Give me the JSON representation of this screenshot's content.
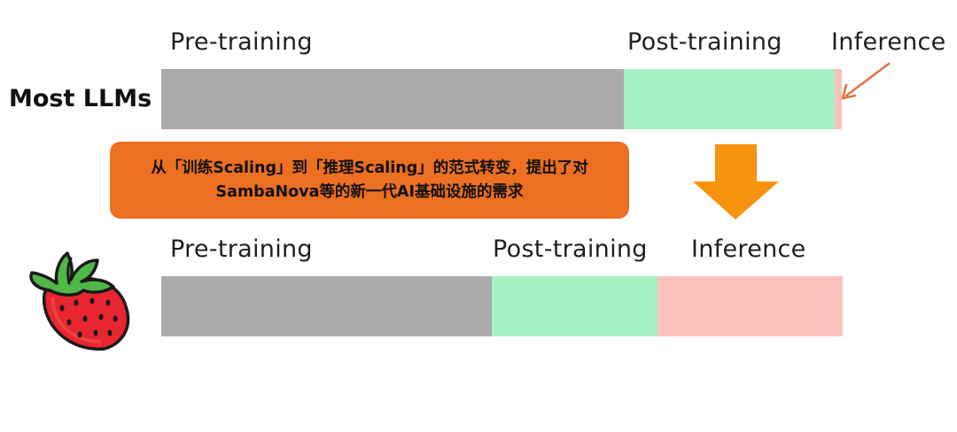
{
  "colors": {
    "pretraining": "#ababab",
    "posttraining": "#a7f0c4",
    "inference": "#fbc2bd",
    "callout_bg": "#ec6f22",
    "down_arrow": "#f7930f",
    "pointer_arrow": "#e07340"
  },
  "top_row": {
    "title": "Most LLMs",
    "labels": {
      "pretraining": "Pre-training",
      "posttraining": "Post-training",
      "inference": "Inference"
    },
    "shares": {
      "pretraining": 0.68,
      "posttraining": 0.31,
      "inference": 0.01
    }
  },
  "callout": {
    "line1": "从「训练Scaling」到「推理Scaling」的范式转变，提出了对",
    "line2": "SambaNova等的新一代AI基础设施的需求"
  },
  "bottom_row": {
    "icon": "strawberry-icon",
    "labels": {
      "pretraining": "Pre-training",
      "posttraining": "Post-training",
      "inference": "Inference"
    },
    "shares": {
      "pretraining": 0.485,
      "posttraining": 0.243,
      "inference": 0.272
    }
  }
}
